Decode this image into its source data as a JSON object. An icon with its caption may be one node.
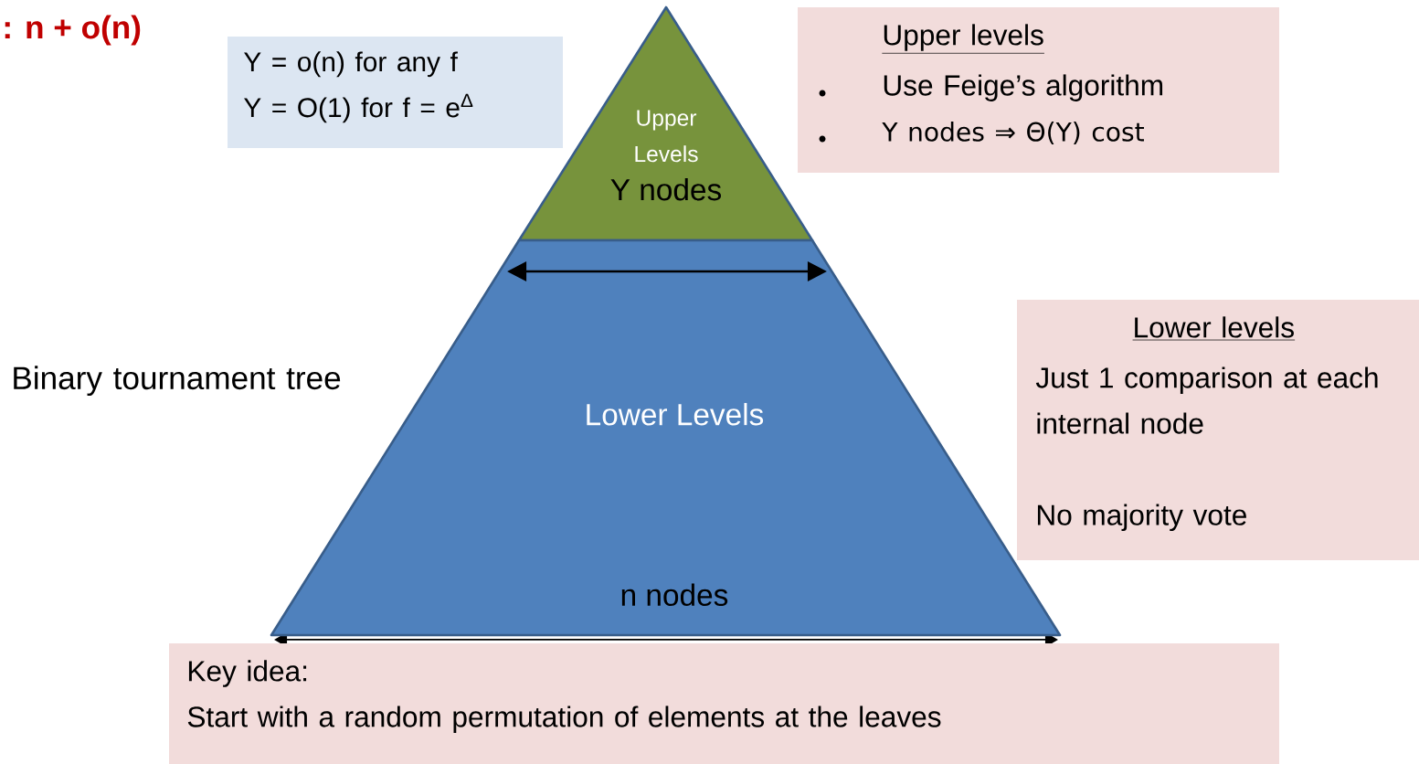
{
  "diagram": {
    "title": ": n + o(n)",
    "nodes": [
      {
        "text": [
          "Upper Levels",
          "Y nodes"
        ]
      },
      {
        "text": [
          "Lower Levels",
          "n nodes"
        ]
      },
      {
        "text": [
          "Y  = o(n) for any f",
          "Y = O(1) for f = e$^{Δ}$"
        ]
      },
      {
        "text": [
          "Upper levels",
          "Use Feige’s algorithm",
          "Y nodes ⇒ Θ(Y) cost"
        ]
      },
      {
        "text": [
          "Lower levels",
          "Just 1 comparison at each internal node",
          "No majority vote"
        ]
      },
      {
        "text": [
          "Key idea:",
          "Start with a random permutation of elements at the leaves"
        ]
      }
    ],
    "labels": [
      "Binary tournament tree"
    ]
  }
}
